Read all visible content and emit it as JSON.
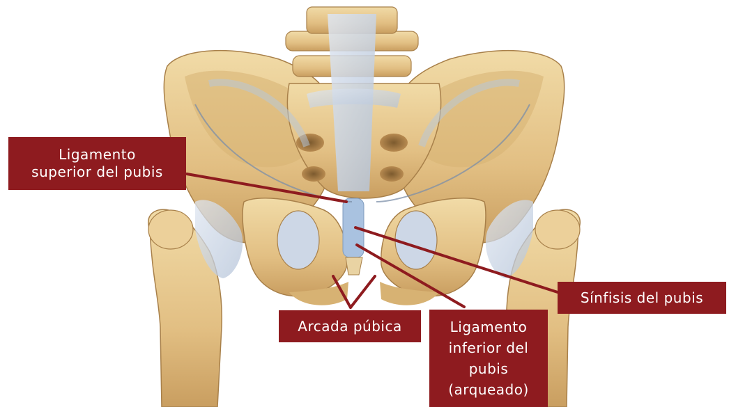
{
  "labels": {
    "ligamento_superior": [
      "Ligamento",
      "superior del pubis"
    ],
    "sinfisis": [
      "Sínfisis del pubis"
    ],
    "arcada": [
      "Arcada púbica"
    ],
    "ligamento_inferior": [
      "Ligamento",
      "inferior del",
      "pubis",
      "(arqueado)"
    ]
  },
  "colors": {
    "label_bg": "#8e1b1f",
    "label_text": "#ffffff",
    "bone": "#e5c58a",
    "ligament": "#c9d5e6",
    "leader": "#8e1b1f"
  }
}
